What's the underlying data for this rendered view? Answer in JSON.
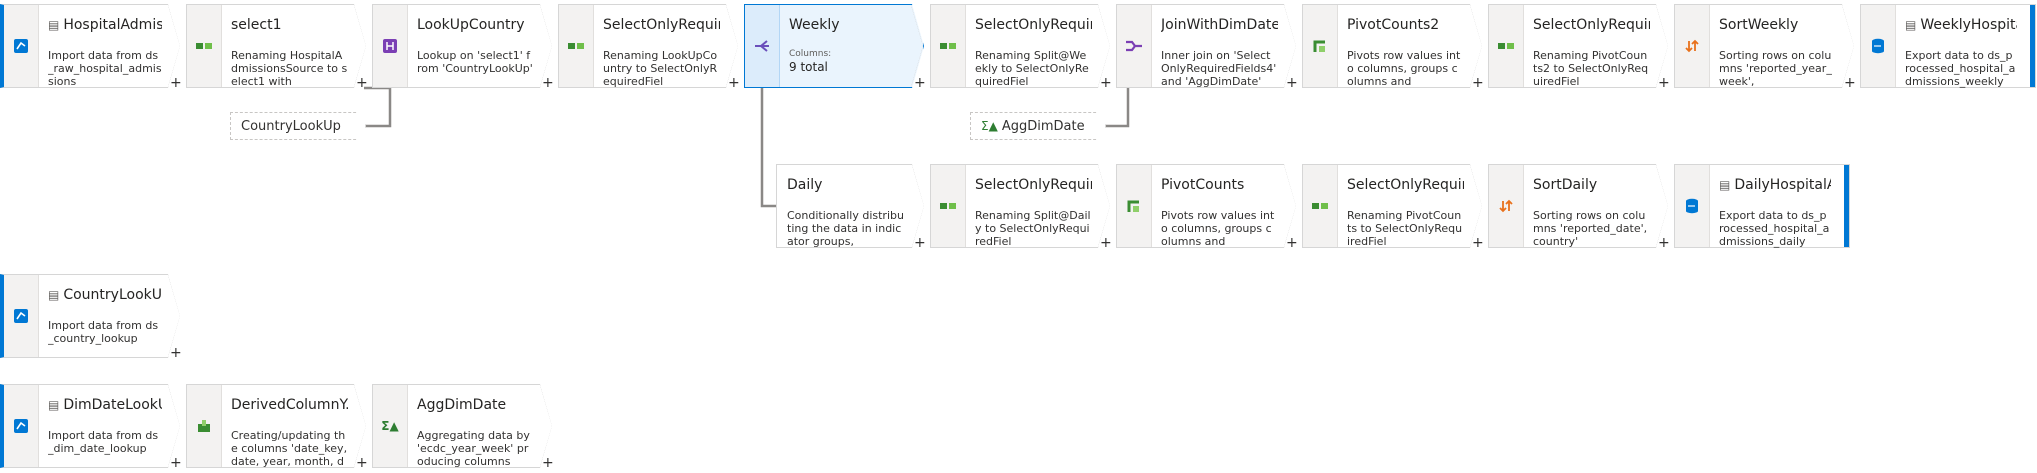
{
  "nodes": {
    "hospital_src": {
      "title": "HospitalAdmis...",
      "desc": "Import data from ds_raw_hospital_admissions",
      "icon": "source-icon"
    },
    "select1": {
      "title": "select1",
      "desc": "Renaming HospitalAdmissionsSource to select1 with",
      "icon": "select-icon"
    },
    "lookup_country": {
      "title": "LookUpCountry",
      "desc": "Lookup on 'select1' from 'CountryLookUp'",
      "icon": "lookup-icon"
    },
    "select_req_1": {
      "title": "SelectOnlyRequir...",
      "desc": "Renaming LookUpCountry to SelectOnlyRequiredFiel",
      "icon": "select-icon"
    },
    "weekly": {
      "title": "Weekly",
      "cols_label": "Columns:",
      "cols_value": "9 total",
      "icon": "split-icon"
    },
    "select_req_2": {
      "title": "SelectOnlyRequir...",
      "desc": "Renaming Split@Weekly to SelectOnlyRequiredFiel",
      "icon": "select-icon"
    },
    "join_dim_date": {
      "title": "JoinWithDimDate",
      "desc": "Inner join on 'SelectOnlyRequiredFields4' and 'AggDimDate'",
      "icon": "join-icon"
    },
    "pivot_counts2": {
      "title": "PivotCounts2",
      "desc": "Pivots row values into columns, groups columns and",
      "icon": "pivot-icon"
    },
    "select_req_3": {
      "title": "SelectOnlyRequir...",
      "desc": "Renaming PivotCounts2 to SelectOnlyRequiredFiel",
      "icon": "select-icon"
    },
    "sort_weekly": {
      "title": "SortWeekly",
      "desc": "Sorting rows on columns 'reported_year_week',",
      "icon": "sort-icon"
    },
    "weekly_sink": {
      "title": "WeeklyHospita...",
      "desc": "Export data to ds_processed_hospital_admissions_weekly",
      "icon": "sink-icon"
    },
    "daily": {
      "title": "Daily",
      "desc": "Conditionally distributing the data in indicator groups,",
      "icon": "split-icon"
    },
    "select_req_4": {
      "title": "SelectOnlyRequir...",
      "desc": "Renaming Split@Daily to SelectOnlyRequiredFiel",
      "icon": "select-icon"
    },
    "pivot_counts": {
      "title": "PivotCounts",
      "desc": "Pivots row values into columns, groups columns and",
      "icon": "pivot-icon"
    },
    "select_req_5": {
      "title": "SelectOnlyRequir...",
      "desc": "Renaming PivotCounts to SelectOnlyRequiredFiel",
      "icon": "select-icon"
    },
    "sort_daily": {
      "title": "SortDaily",
      "desc": "Sorting rows on columns 'reported_date', country'",
      "icon": "sort-icon"
    },
    "daily_sink": {
      "title": "DailyHospitalA...",
      "desc": "Export data to ds_processed_hospital_admissions_daily",
      "icon": "sink-icon"
    },
    "country_src": {
      "title": "CountryLookUp",
      "desc": "Import data from ds_country_lookup",
      "icon": "source-icon"
    },
    "dimdate_src": {
      "title": "DimDateLookUp",
      "desc": "Import data from ds_dim_date_lookup",
      "icon": "source-icon"
    },
    "derived_col": {
      "title": "DerivedColumnY...",
      "desc": "Creating/updating the columns 'date_key, date, year, month, day,",
      "icon": "derived-column-icon"
    },
    "agg_dim_date": {
      "title": "AggDimDate",
      "desc": "Aggregating data by 'ecdc_year_week' producing columns",
      "icon": "aggregate-icon"
    }
  },
  "refs": {
    "country_lookup_ref": "CountryLookUp",
    "agg_dim_date_ref": "AggDimDate"
  },
  "add_glyph": "+",
  "colors": {
    "accent": "#0078d4",
    "selected_bg": "#eaf4fd",
    "connector": "#8a8886",
    "node_border": "#d6d6d6"
  }
}
